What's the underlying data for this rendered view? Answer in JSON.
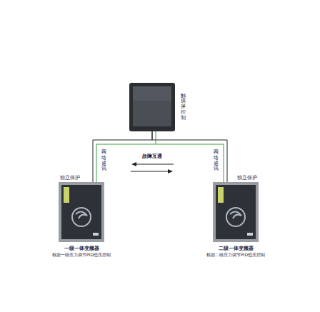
{
  "diagram": {
    "nodes": [
      {
        "text": [
          "触摸屏控制"
        ]
      },
      {
        "text": [
          "一级一体变频器",
          "根据一级压力调节PID恒压控制"
        ]
      },
      {
        "text": [
          "二级一体变频器",
          "根据二级压力调节PID恒压控制"
        ]
      }
    ],
    "edges": [
      {
        "from": 0,
        "to": 1,
        "arrow": "none",
        "label": "网络通讯"
      },
      {
        "from": 0,
        "to": 2,
        "arrow": "none",
        "label": "网络通讯"
      }
    ],
    "labels": [
      "故障互通",
      "独立保护",
      "独立保护"
    ]
  }
}
